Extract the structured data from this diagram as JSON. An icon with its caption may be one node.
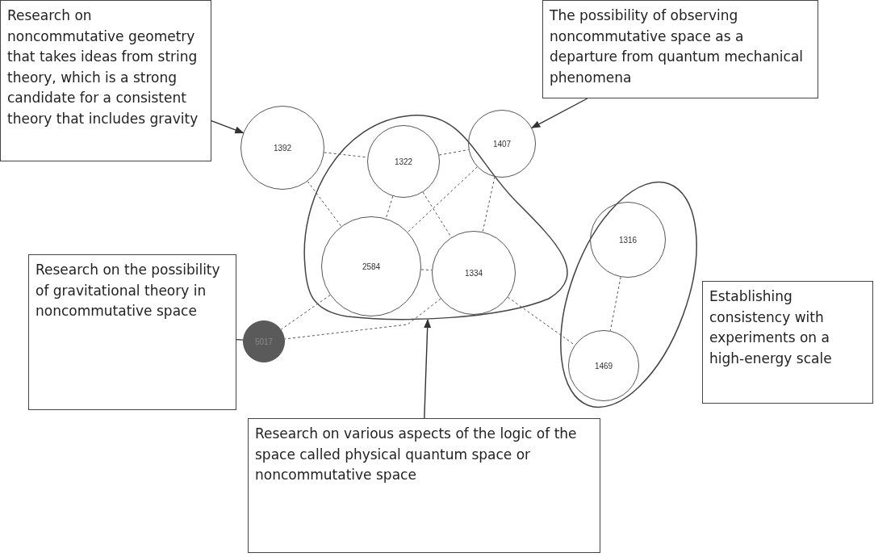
{
  "diagram": {
    "nodes": [
      {
        "text": [
          "Research on noncommutative geometry that takes ideas from string theory, which is a strong candidate for a consistent theory that includes gravity"
        ]
      },
      {
        "text": [
          "1392"
        ]
      },
      {
        "text": [],
        "shape": "blob"
      },
      {
        "text": [
          "1322"
        ],
        "in": 2
      },
      {
        "text": [
          "1407"
        ]
      },
      {
        "text": [
          "The possibility of observing noncommutative space as a departure from quantum mechanical phenomena"
        ]
      },
      {
        "text": [
          "2584"
        ],
        "in": 2
      },
      {
        "text": [
          "1334"
        ],
        "in": 2
      },
      {
        "text": [],
        "shape": "ellipse"
      },
      {
        "text": [
          "1316"
        ],
        "in": 8
      },
      {
        "text": [
          "1469"
        ],
        "in": 8
      },
      {
        "text": [
          "Research on the possibility of gravitational theory in noncommutative space"
        ]
      },
      {
        "text": [
          "5017"
        ]
      },
      {
        "text": [
          "Establishing consistency with experiments on a high-energy scale"
        ]
      },
      {
        "text": [
          "Research on various aspects of the logic of the space called physical quantum space or noncommutative space"
        ]
      }
    ],
    "edges": [
      {
        "from": 0,
        "to": 1,
        "arrow": "to"
      },
      {
        "from": 5,
        "to": 4,
        "arrow": "to"
      },
      {
        "from": 11,
        "to": 12,
        "arrow": "none"
      },
      {
        "from": 14,
        "to": 2,
        "arrow": "to"
      },
      {
        "from": 1,
        "to": 3,
        "arrow": "none",
        "style": "dashed"
      },
      {
        "from": 3,
        "to": 4,
        "arrow": "none",
        "style": "dashed"
      },
      {
        "from": 1,
        "to": 6,
        "arrow": "none",
        "style": "dashed"
      },
      {
        "from": 3,
        "to": 6,
        "arrow": "none",
        "style": "dashed"
      },
      {
        "from": 3,
        "to": 7,
        "arrow": "none",
        "style": "dashed"
      },
      {
        "from": 4,
        "to": 6,
        "arrow": "none",
        "style": "dashed"
      },
      {
        "from": 4,
        "to": 7,
        "arrow": "none",
        "style": "dashed"
      },
      {
        "from": 6,
        "to": 7,
        "arrow": "none",
        "style": "dashed"
      },
      {
        "from": 6,
        "to": 12,
        "arrow": "none",
        "style": "dashed"
      },
      {
        "from": 7,
        "to": 12,
        "arrow": "none",
        "style": "dashed"
      },
      {
        "from": 7,
        "to": 10,
        "arrow": "none",
        "style": "dashed"
      },
      {
        "from": 9,
        "to": 10,
        "arrow": "none",
        "style": "dashed"
      }
    ]
  }
}
